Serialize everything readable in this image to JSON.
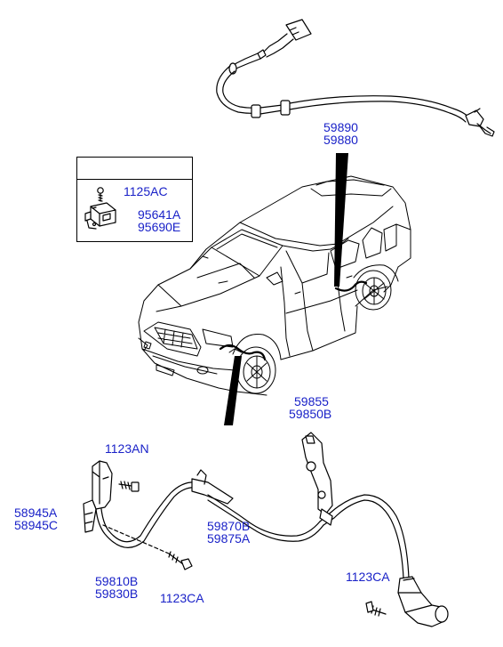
{
  "colors": {
    "label": "#1a22c8",
    "line": "#000000",
    "background": "#ffffff"
  },
  "front_wheel_sensor_cable": {
    "part_numbers": [
      "59890",
      "59880"
    ]
  },
  "inset_box": {
    "bolt_part": "1125AC",
    "module_parts": [
      "95641A",
      "95690E"
    ]
  },
  "rear_bracket": {
    "part_numbers": [
      "59855",
      "59850B"
    ]
  },
  "rear_sensor_assembly": {
    "bracket_bolt": "1123AN",
    "clip_parts": [
      "58945A",
      "58945C"
    ],
    "cable_parts": [
      "59810B",
      "59830B"
    ],
    "lower_bolt": "1123CA",
    "grommet_parts": [
      "59870B",
      "59875A"
    ],
    "sensor_bolt": "1123CA"
  }
}
